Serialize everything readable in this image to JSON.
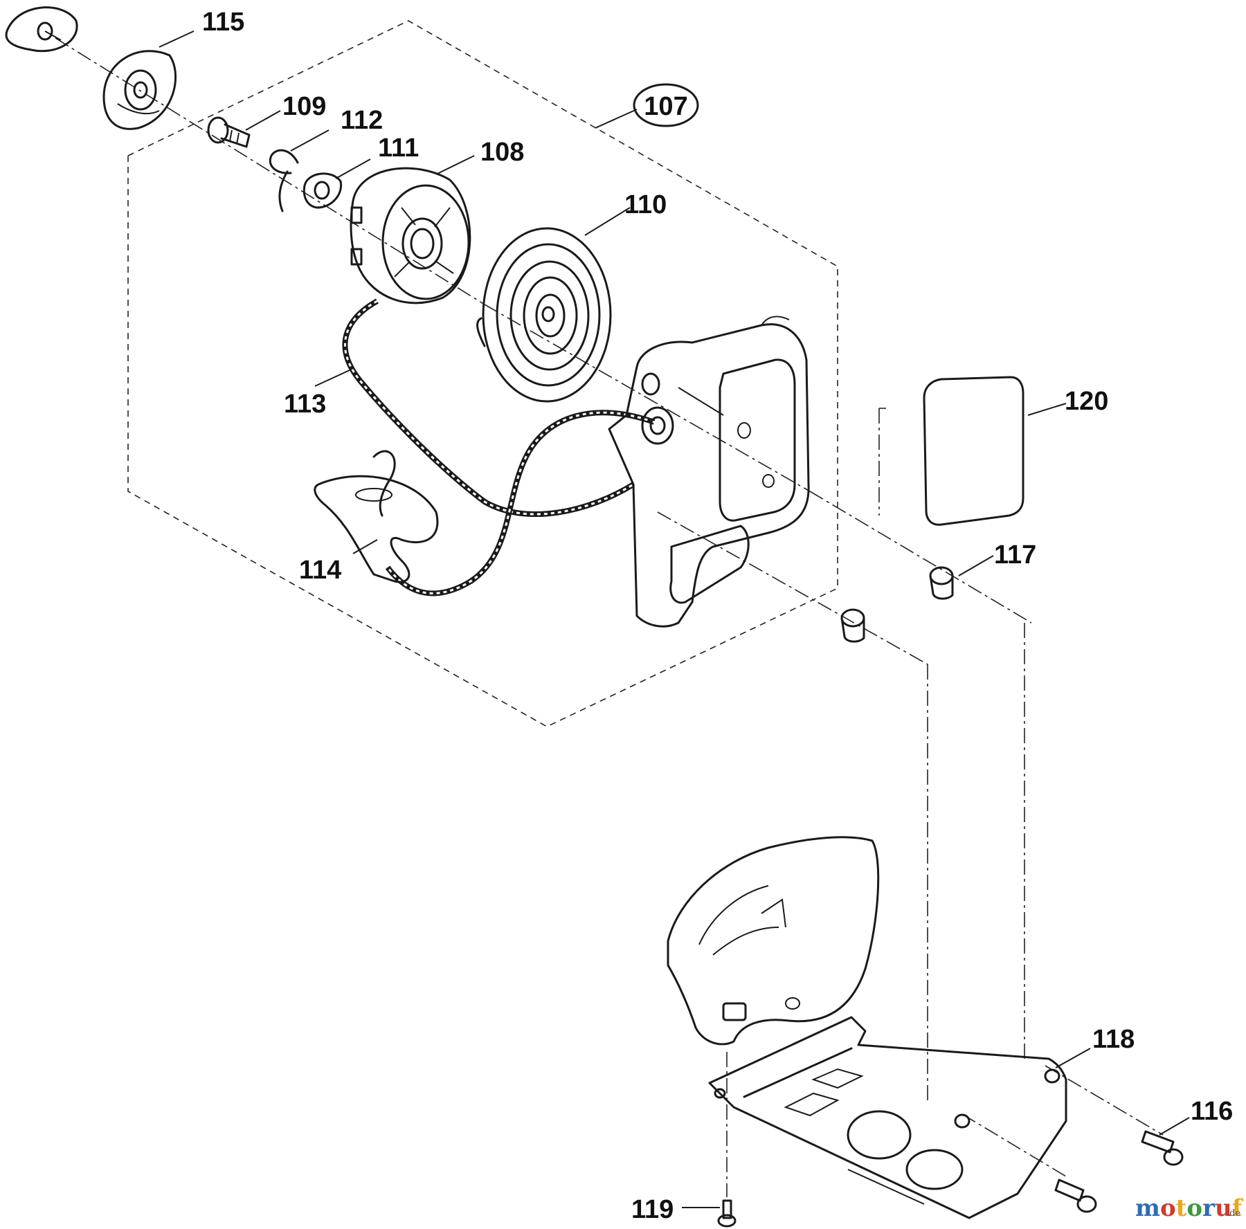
{
  "callouts": {
    "c107": "107",
    "c108": "108",
    "c109": "109",
    "c110": "110",
    "c111": "111",
    "c112": "112",
    "c113": "113",
    "c114": "114",
    "c115": "115",
    "c116": "116",
    "c117": "117",
    "c118": "118",
    "c119": "119",
    "c120": "120"
  },
  "watermark": {
    "letters": [
      "m",
      "o",
      "t",
      "o",
      "r",
      "u",
      "f"
    ],
    "colors": [
      "#2e6db4",
      "#d23a2c",
      "#e8a81c",
      "#3a9a3c",
      "#2e6db4",
      "#d23a2c",
      "#e8a81c"
    ],
    "suffix": ".de"
  }
}
